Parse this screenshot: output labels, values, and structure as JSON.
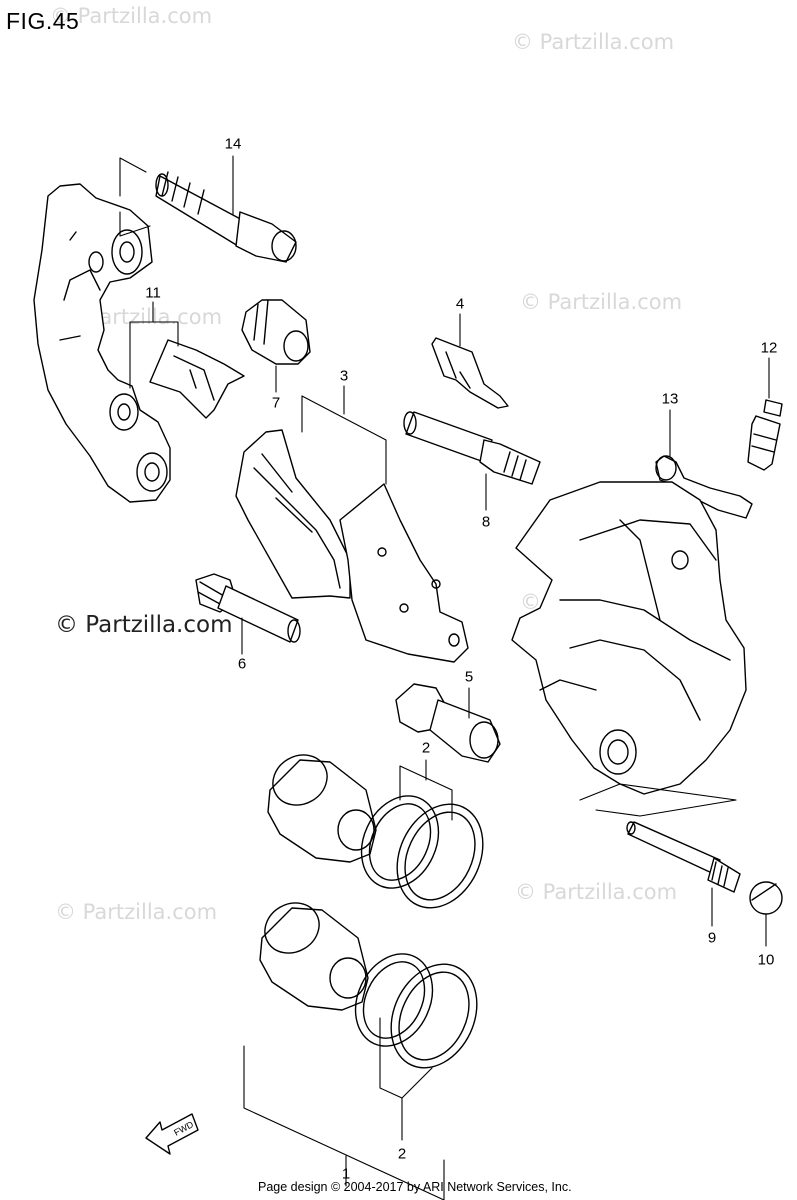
{
  "figure": {
    "title": "FIG.45"
  },
  "watermark": {
    "text": "© Partzilla.com",
    "prominent_text": "© Partzilla.com"
  },
  "callouts": [
    {
      "id": "c14",
      "label": "14"
    },
    {
      "id": "c11",
      "label": "11"
    },
    {
      "id": "c7",
      "label": "7"
    },
    {
      "id": "c3",
      "label": "3"
    },
    {
      "id": "c4",
      "label": "4"
    },
    {
      "id": "c12",
      "label": "12"
    },
    {
      "id": "c13",
      "label": "13"
    },
    {
      "id": "c8",
      "label": "8"
    },
    {
      "id": "c6",
      "label": "6"
    },
    {
      "id": "c5",
      "label": "5"
    },
    {
      "id": "c2a",
      "label": "2"
    },
    {
      "id": "c9",
      "label": "9"
    },
    {
      "id": "c10",
      "label": "10"
    },
    {
      "id": "c2b",
      "label": "2"
    },
    {
      "id": "c1",
      "label": "1"
    }
  ],
  "fwd_label": "FWD",
  "footer": {
    "text": "Page design © 2004-2017 by ARI Network Services, Inc."
  },
  "colors": {
    "line": "#000000",
    "watermark": "#d8d8d8",
    "background": "#ffffff"
  }
}
